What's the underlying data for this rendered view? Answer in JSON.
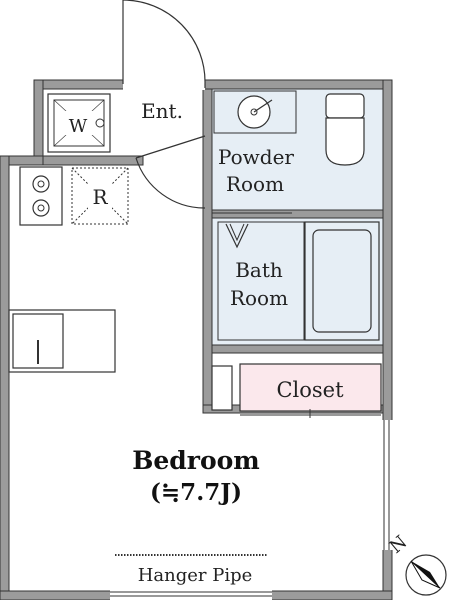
{
  "rooms": {
    "entrance": "Ent.",
    "washer": "W",
    "refrigerator": "R",
    "powder_room_line1": "Powder",
    "powder_room_line2": "Room",
    "bath_room_line1": "Bath",
    "bath_room_line2": "Room",
    "closet": "Closet",
    "bedroom": "Bedroom",
    "bedroom_size": "(≒7.7J)",
    "hanger_pipe": "Hanger Pipe"
  },
  "compass": {
    "north": "N"
  },
  "colors": {
    "wall": "#9b9b9b",
    "wet_area": "#e6eef5",
    "closet": "#fbe8ec",
    "line": "#333333"
  }
}
